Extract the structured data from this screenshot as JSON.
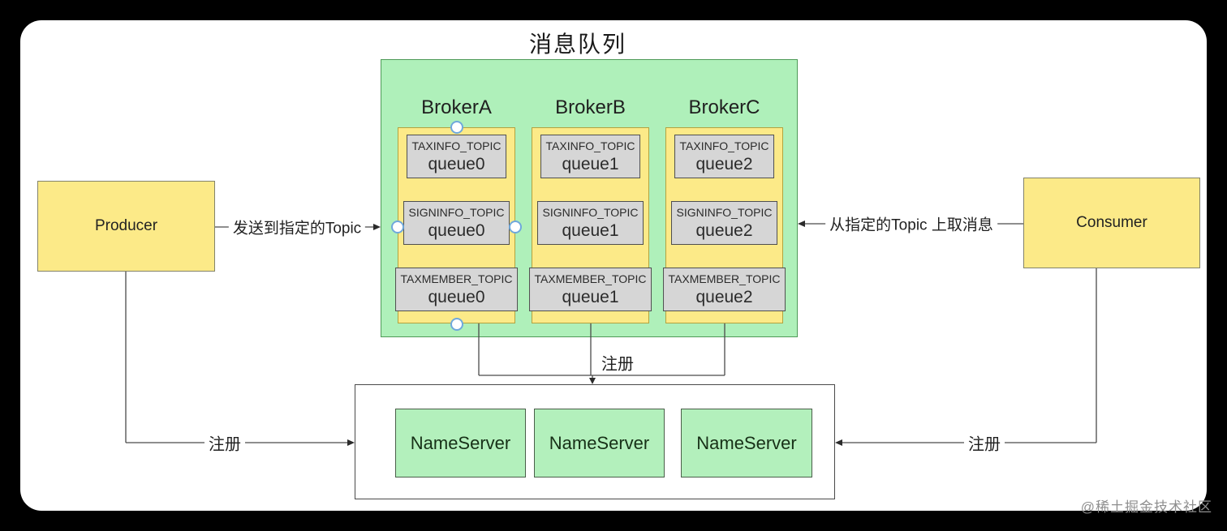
{
  "title": "消息队列",
  "watermark": "@稀土掘金技术社区",
  "producer": {
    "label": "Producer"
  },
  "consumer": {
    "label": "Consumer"
  },
  "edges": {
    "send": "发送到指定的Topic",
    "consume": "从指定的Topic 上取消息",
    "register": "注册"
  },
  "brokers": [
    {
      "name": "BrokerA",
      "queues": [
        {
          "topic": "TAXINFO_TOPIC",
          "queue": "queue0"
        },
        {
          "topic": "SIGNINFO_TOPIC",
          "queue": "queue0"
        },
        {
          "topic": "TAXMEMBER_TOPIC",
          "queue": "queue0"
        }
      ]
    },
    {
      "name": "BrokerB",
      "queues": [
        {
          "topic": "TAXINFO_TOPIC",
          "queue": "queue1"
        },
        {
          "topic": "SIGNINFO_TOPIC",
          "queue": "queue1"
        },
        {
          "topic": "TAXMEMBER_TOPIC",
          "queue": "queue1"
        }
      ]
    },
    {
      "name": "BrokerC",
      "queues": [
        {
          "topic": "TAXINFO_TOPIC",
          "queue": "queue2"
        },
        {
          "topic": "SIGNINFO_TOPIC",
          "queue": "queue2"
        },
        {
          "topic": "TAXMEMBER_TOPIC",
          "queue": "queue2"
        }
      ]
    }
  ],
  "nameservers": [
    {
      "label": "NameServer"
    },
    {
      "label": "NameServer"
    },
    {
      "label": "NameServer"
    }
  ],
  "colors": {
    "background": "#000000",
    "panel": "#ffffff",
    "broker_cluster_fill": "#aff0ba",
    "broker_fill": "#fcea88",
    "queue_fill": "#d6d6d6",
    "nameserver_fill": "#b3f0bc",
    "line": "#4a4a4a",
    "port_ring": "#6fa8dc"
  }
}
